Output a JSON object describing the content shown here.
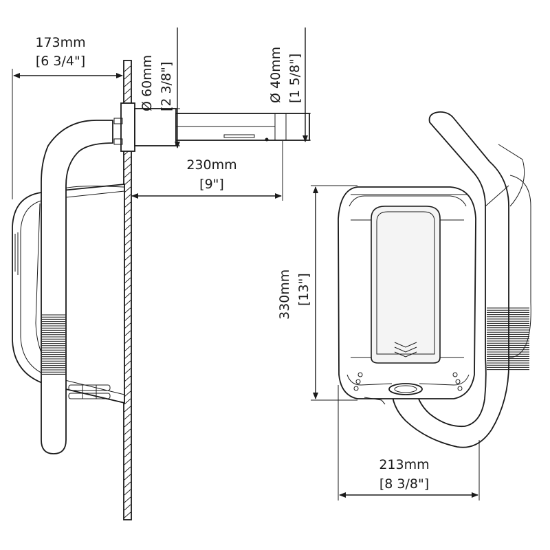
{
  "dimensions": {
    "depth": {
      "metric": "173mm",
      "imperial": "[6 3/4\"]"
    },
    "outlet_diameter": {
      "metric": "Ø 60mm",
      "imperial": "[2 3/8\"]"
    },
    "tip_diameter": {
      "metric": "Ø 40mm",
      "imperial": "[1 5/8\"]"
    },
    "projection": {
      "metric": "230mm",
      "imperial": "[9\"]"
    },
    "height": {
      "metric": "330mm",
      "imperial": "[13\"]"
    },
    "width": {
      "metric": "213mm",
      "imperial": "[8 3/8\"]"
    }
  },
  "colors": {
    "line": "#1a1a1a",
    "background": "#ffffff",
    "fill": "#f4f4f4"
  }
}
